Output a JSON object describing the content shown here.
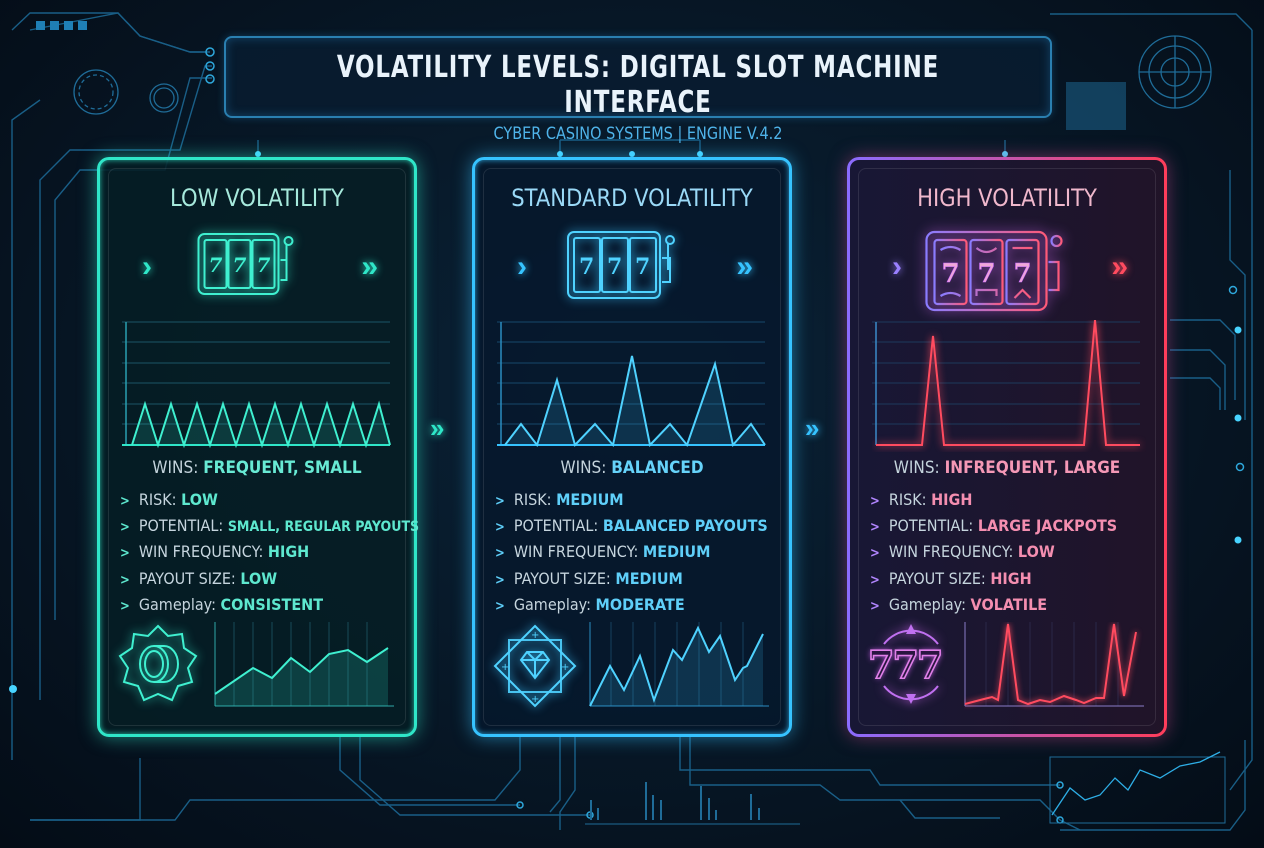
{
  "header": {
    "title": "VOLATILITY LEVELS: DIGITAL SLOT MACHINE INTERFACE",
    "subtitle": "CYBER CASINO SYSTEMS | ENGINE V.4.2"
  },
  "colors": {
    "background": "#06121f",
    "low_accent": "#2fe6c8",
    "standard_accent": "#36c3ff",
    "high_accent_start": "#8a6cff",
    "high_accent_end": "#ff3d5a",
    "title_border": "#2a7fb0"
  },
  "connectors": [
    {
      "between": "low-standard",
      "icon": "double-chevron-right-icon",
      "glyph": "»"
    },
    {
      "between": "standard-high",
      "icon": "double-chevron-right-icon",
      "glyph": "»"
    }
  ],
  "panels": [
    {
      "id": "low",
      "title": "LOW VOLATILITY",
      "icons": {
        "left": "chevron-right-icon",
        "center": "slot-machine-icon",
        "right": "double-chevron-right-icon",
        "emblem": "coin-badge-icon"
      },
      "arrow_left": "›",
      "arrow_right": "»",
      "slot_symbols": [
        "7",
        "7",
        "7"
      ],
      "wins_label": "WINS:",
      "wins_value": "FREQUENT, SMALL",
      "stats": [
        {
          "label": "RISK:",
          "value": "LOW"
        },
        {
          "label": "POTENTIAL:",
          "value": "SMALL, REGULAR PAYOUTS"
        },
        {
          "label": "WIN FREQUENCY:",
          "value": "HIGH"
        },
        {
          "label": "PAYOUT SIZE:",
          "value": "LOW"
        },
        {
          "label": "Gameplay:",
          "value": "CONSISTENT"
        }
      ]
    },
    {
      "id": "standard",
      "title": "STANDARD VOLATILITY",
      "icons": {
        "left": "chevron-right-icon",
        "center": "slot-machine-icon",
        "right": "double-chevron-right-icon",
        "emblem": "diamond-badge-icon"
      },
      "arrow_left": "›",
      "arrow_right": "»",
      "slot_symbols": [
        "7",
        "7",
        "7"
      ],
      "wins_label": "WINS:",
      "wins_value": "BALANCED",
      "stats": [
        {
          "label": "RISK:",
          "value": "MEDIUM"
        },
        {
          "label": "POTENTIAL:",
          "value": "BALANCED PAYOUTS"
        },
        {
          "label": "WIN FREQUENCY:",
          "value": "MEDIUM"
        },
        {
          "label": "PAYOUT SIZE:",
          "value": "MEDIUM"
        },
        {
          "label": "Gameplay:",
          "value": "MODERATE"
        }
      ]
    },
    {
      "id": "high",
      "title": "HIGH VOLATILITY",
      "icons": {
        "left": "chevron-right-icon",
        "center": "slot-machine-icon",
        "right": "double-chevron-right-icon",
        "emblem": "triple-seven-badge-icon"
      },
      "arrow_left": "›",
      "arrow_right": "»",
      "slot_symbols": [
        "7",
        "7",
        "7"
      ],
      "emblem_text": "777",
      "wins_label": "WINS:",
      "wins_value": "INFREQUENT, LARGE",
      "stats": [
        {
          "label": "RISK:",
          "value": "HIGH"
        },
        {
          "label": "POTENTIAL:",
          "value": "LARGE JACKPOTS"
        },
        {
          "label": "WIN FREQUENCY:",
          "value": "LOW"
        },
        {
          "label": "PAYOUT SIZE:",
          "value": "HIGH"
        },
        {
          "label": "Gameplay:",
          "value": "VOLATILE"
        }
      ]
    }
  ],
  "chart_data": [
    {
      "type": "line",
      "title": "Low volatility win spikes",
      "grid": true,
      "ylim": [
        0,
        6
      ],
      "series": [
        {
          "name": "wins",
          "values": [
            0,
            2,
            0,
            2,
            0,
            2,
            0,
            2,
            0,
            2,
            0,
            2,
            0,
            2,
            0,
            2,
            0,
            2,
            0,
            2,
            0
          ]
        }
      ]
    },
    {
      "type": "line",
      "title": "Standard volatility win spikes",
      "grid": true,
      "ylim": [
        0,
        6
      ],
      "series": [
        {
          "name": "wins",
          "values": [
            0,
            1,
            0,
            3.1,
            0,
            1,
            0,
            4.4,
            0,
            1,
            0,
            4,
            0,
            1,
            0
          ]
        }
      ]
    },
    {
      "type": "line",
      "title": "High volatility win spikes",
      "grid": true,
      "ylim": [
        0,
        6
      ],
      "series": [
        {
          "name": "wins",
          "values": [
            0,
            0,
            5.3,
            0,
            0,
            0,
            0,
            0,
            0,
            0,
            0,
            6,
            0,
            0
          ]
        }
      ]
    },
    {
      "type": "area",
      "title": "Low volatility trend",
      "grid": true,
      "series": [
        {
          "name": "balance",
          "values": [
            1,
            2,
            3,
            2.5,
            4,
            3,
            4.8,
            5.2,
            4.4,
            5.6
          ]
        }
      ]
    },
    {
      "type": "area",
      "title": "Standard volatility trend",
      "grid": true,
      "series": [
        {
          "name": "balance",
          "values": [
            0,
            4,
            1.5,
            5,
            0.6,
            5.8,
            4.8,
            7.8,
            5.8,
            7.2,
            2.8,
            4.4,
            7.5
          ]
        }
      ]
    },
    {
      "type": "line",
      "title": "High volatility trend",
      "grid": true,
      "series": [
        {
          "name": "balance",
          "values": [
            0,
            0.6,
            1.2,
            0.9,
            8,
            0.6,
            0.3,
            0.6,
            0.6,
            1.1,
            0.6,
            0.3,
            1,
            1,
            8,
            1.2,
            7.5
          ]
        }
      ]
    }
  ]
}
